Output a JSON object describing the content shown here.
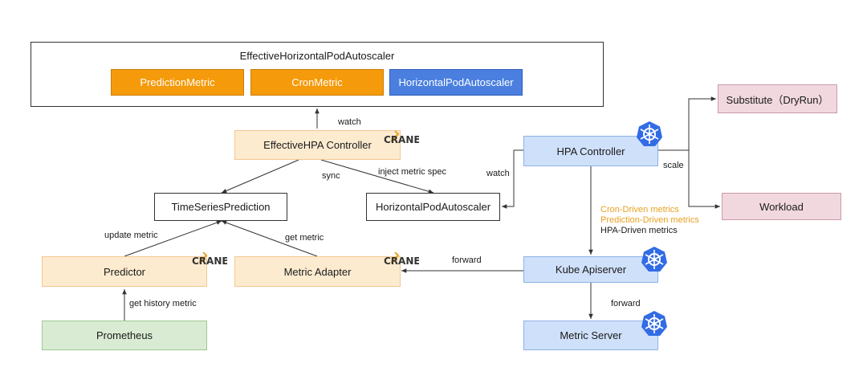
{
  "outer": {
    "title": "EffectiveHorizontalPodAutoscaler",
    "items": [
      "PredictionMetric",
      "CronMetric",
      "HorizontalPodAutoscaler"
    ]
  },
  "nodes": {
    "effective_hpa_controller": "EffectiveHPA Controller",
    "time_series_prediction": "TimeSeriesPrediction",
    "horizontal_pod_autoscaler": "HorizontalPodAutoscaler",
    "predictor": "Predictor",
    "metric_adapter": "Metric Adapter",
    "prometheus": "Prometheus",
    "hpa_controller": "HPA Controller",
    "kube_apiserver": "Kube Apiserver",
    "metric_server": "Metric Server",
    "substitute": "Substitute（DryRun）",
    "workload": "Workload"
  },
  "edges": {
    "watch_top": "watch",
    "sync": "sync",
    "inject": "inject metric spec",
    "watch_hpa": "watch",
    "update_metric": "update metric",
    "get_metric": "get metric",
    "get_history": "get history metric",
    "forward_left": "forward",
    "forward_down": "forward",
    "scale": "scale"
  },
  "metrics": {
    "cron": "Cron-Driven metrics",
    "prediction": "Prediction-Driven metrics",
    "hpa": "HPA-Driven metrics"
  },
  "logo_text": "CRANE",
  "colors": {
    "orange": "#f59a0b",
    "blue": "#4a7fe0",
    "peach": "#fdebd0",
    "light_blue": "#cfe0fa",
    "pink": "#f1d8df",
    "green": "#d9ecd3",
    "k8s_blue": "#326ce5",
    "metric_orange": "#e8a020"
  }
}
